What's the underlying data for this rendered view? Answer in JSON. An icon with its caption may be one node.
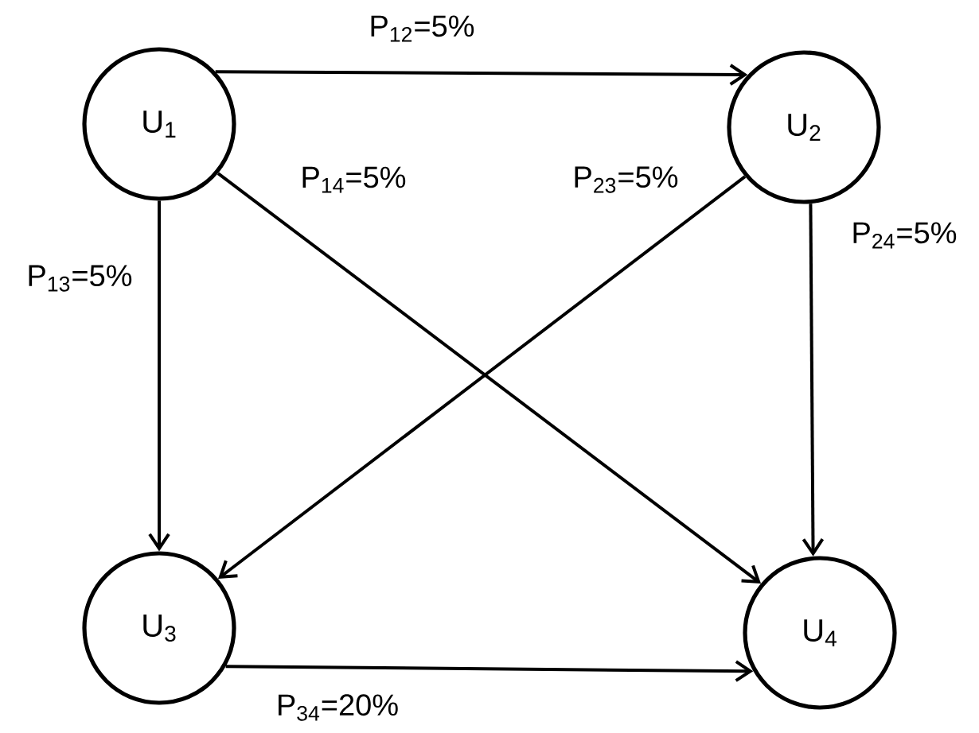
{
  "diagram": {
    "nodes": [
      {
        "text": [
          "U$_{1}$"
        ]
      },
      {
        "text": [
          "U$_{2}$"
        ]
      },
      {
        "text": [
          "U$_{3}$"
        ]
      },
      {
        "text": [
          "U$_{4}$"
        ]
      }
    ],
    "edges": [
      {
        "from": 0,
        "to": 1,
        "arrow": "to",
        "label": "P$_{12}$=5%"
      },
      {
        "from": 0,
        "to": 3,
        "arrow": "to",
        "label": "P$_{14}$=5%"
      },
      {
        "from": 0,
        "to": 2,
        "arrow": "to",
        "label": "P$_{13}$=5%"
      },
      {
        "from": 1,
        "to": 2,
        "arrow": "to",
        "label": "P$_{23}$=5%"
      },
      {
        "from": 1,
        "to": 3,
        "arrow": "to",
        "label": "P$_{24}$=5%"
      },
      {
        "from": 2,
        "to": 3,
        "arrow": "to",
        "label": "P$_{34}$=20%"
      }
    ]
  }
}
